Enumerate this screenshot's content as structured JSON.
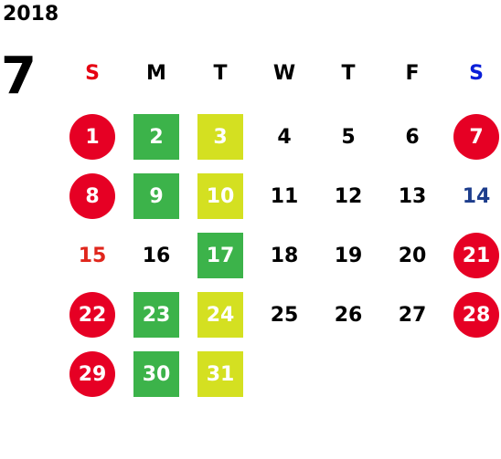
{
  "year": "2018",
  "month": "7",
  "weekdays": [
    "S",
    "M",
    "T",
    "W",
    "T",
    "F",
    "S"
  ],
  "days": [
    {
      "label": "1",
      "style": "red-circle"
    },
    {
      "label": "2",
      "style": "green-sq"
    },
    {
      "label": "3",
      "style": "yellow-sq"
    },
    {
      "label": "4",
      "style": "plain"
    },
    {
      "label": "5",
      "style": "plain"
    },
    {
      "label": "6",
      "style": "plain"
    },
    {
      "label": "7",
      "style": "red-circle"
    },
    {
      "label": "8",
      "style": "red-circle"
    },
    {
      "label": "9",
      "style": "green-sq"
    },
    {
      "label": "10",
      "style": "yellow-sq"
    },
    {
      "label": "11",
      "style": "plain"
    },
    {
      "label": "12",
      "style": "plain"
    },
    {
      "label": "13",
      "style": "plain"
    },
    {
      "label": "14",
      "style": "blue-text"
    },
    {
      "label": "15",
      "style": "red-text"
    },
    {
      "label": "16",
      "style": "plain"
    },
    {
      "label": "17",
      "style": "green-sq"
    },
    {
      "label": "18",
      "style": "plain"
    },
    {
      "label": "19",
      "style": "plain"
    },
    {
      "label": "20",
      "style": "plain"
    },
    {
      "label": "21",
      "style": "red-circle"
    },
    {
      "label": "22",
      "style": "red-circle"
    },
    {
      "label": "23",
      "style": "green-sq"
    },
    {
      "label": "24",
      "style": "yellow-sq"
    },
    {
      "label": "25",
      "style": "plain"
    },
    {
      "label": "26",
      "style": "plain"
    },
    {
      "label": "27",
      "style": "plain"
    },
    {
      "label": "28",
      "style": "red-circle"
    },
    {
      "label": "29",
      "style": "red-circle"
    },
    {
      "label": "30",
      "style": "green-sq"
    },
    {
      "label": "31",
      "style": "yellow-sq"
    }
  ],
  "colors": {
    "holiday_red": "#e60024",
    "green": "#3cb34a",
    "yellow": "#d4e021",
    "sunday_header": "#e60012",
    "saturday_header": "#0a1fd8",
    "blue_day": "#1d3d8c",
    "red_day": "#e0261c"
  }
}
